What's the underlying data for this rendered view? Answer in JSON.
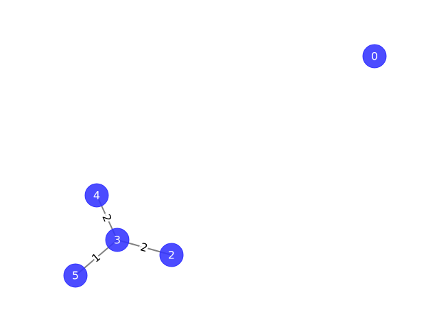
{
  "graph": {
    "node_color": "#3333ff",
    "edge_color": "#808080",
    "label_color": "#ffffff",
    "edge_label_color": "#000000",
    "nodes": [
      {
        "id": "0",
        "label": "0"
      },
      {
        "id": "2",
        "label": "2"
      },
      {
        "id": "3",
        "label": "3"
      },
      {
        "id": "4",
        "label": "4"
      },
      {
        "id": "5",
        "label": "5"
      }
    ],
    "edges": [
      {
        "source": "3",
        "target": "4",
        "weight": "2"
      },
      {
        "source": "3",
        "target": "2",
        "weight": "2"
      },
      {
        "source": "3",
        "target": "5",
        "weight": "1"
      }
    ]
  }
}
